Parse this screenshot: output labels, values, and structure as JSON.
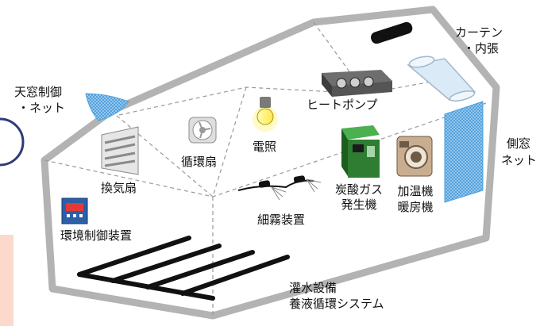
{
  "labels": {
    "curtain": "カーテン",
    "inner_lining": "・内張",
    "skylight_1": "天窓制御",
    "skylight_2": "・ネット",
    "heat_pump": "ヒートポンプ",
    "lighting": "電照",
    "circ_fan": "循環扇",
    "vent_fan": "換気扇",
    "co2_1": "炭酸ガス",
    "co2_2": "発生機",
    "humid_1": "加温機",
    "humid_2": "暖房機",
    "side_1": "側窓",
    "side_2": "ネット",
    "mist": "細霧装置",
    "env_ctrl": "環境制御装置",
    "irrig_1": "灌水設備",
    "irrig_2": "養液循環システム"
  },
  "colors": {
    "frame": "#b3b3b3",
    "net": "#4aa3df",
    "machine_green": "#2e7d32",
    "heater": "#b39373",
    "panel": "#2b5fa8",
    "pipe": "#111111",
    "lamp": "#ffe94d",
    "accent_pink": "#fbd9cc"
  },
  "icons": [
    "heat-pump-icon",
    "lamp-icon",
    "circulation-fan-icon",
    "ventilation-fan-icon",
    "co2-generator-icon",
    "heater-icon",
    "side-net-icon",
    "skylight-net-icon",
    "curtain-roll-icon",
    "mist-nozzle-icon",
    "control-panel-icon",
    "irrigation-pipe-icon"
  ]
}
